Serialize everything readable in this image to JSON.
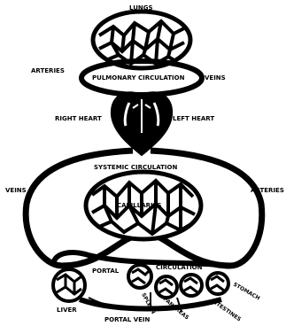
{
  "labels": {
    "lungs": "LUNGS",
    "arteries_top": "ARTERIES",
    "pulmonary_circulation": "PULMONARY CIRCULATION",
    "veins_top": "VEINS",
    "right_heart": "RIGHT HEART",
    "left_heart": "LEFT HEART",
    "systemic_circulation": "SYSTEMIC CIRCULATION",
    "veins_left": "VEINS",
    "arteries_right": "ARTERIES",
    "capillaries": "CAPILLARIES",
    "portal": "PORTAL",
    "circulation": "CIRCULATION",
    "liver": "LIVER",
    "portal_vein": "PORTAL VEIN",
    "spleen": "SPLEEN",
    "pancreas": "PANCREAS",
    "intestines": "INTESTINES",
    "stomach": "STOMACH"
  },
  "colors": {
    "ink": "#000000",
    "paper": "#ffffff"
  }
}
